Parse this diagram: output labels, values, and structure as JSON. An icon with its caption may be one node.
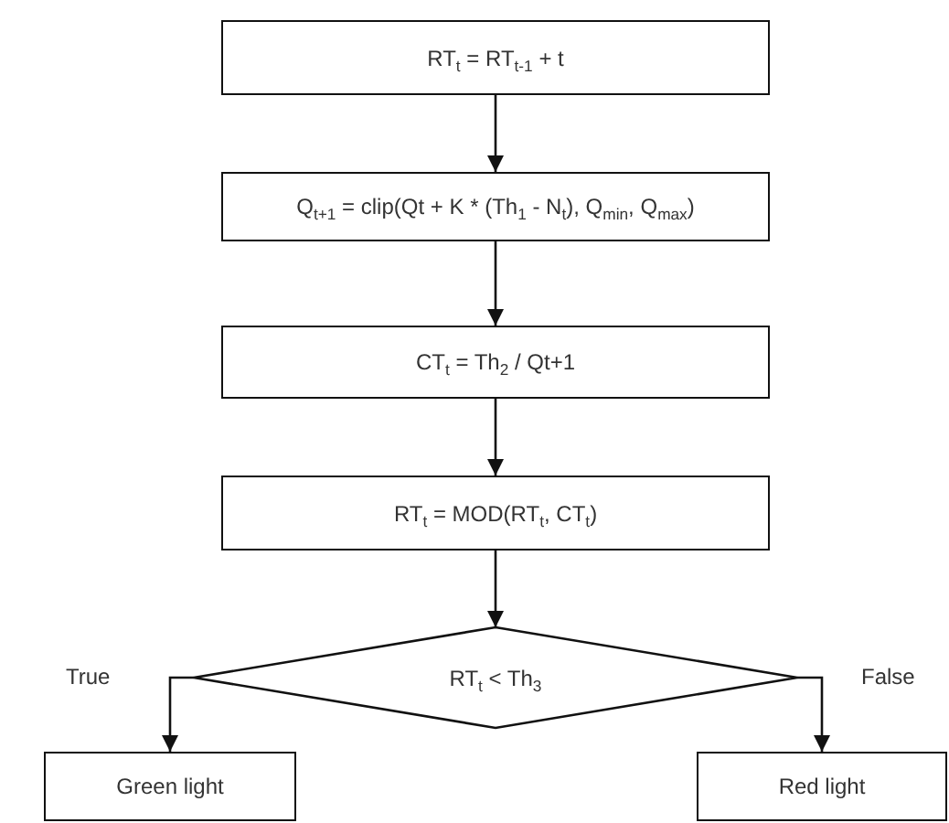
{
  "diagram": {
    "nodes": [
      {
        "text": [
          "RT$_{t}$ = RT$_{t-1}$ + t"
        ]
      },
      {
        "text": [
          "Q$_{t+1}$ = clip(Qt + K * (Th$_{1}$ - N$_{t}$), Q$_{min}$, Q$_{max}$)"
        ]
      },
      {
        "text": [
          "CT$_{t}$ = Th$_{2}$ / Qt+1"
        ]
      },
      {
        "text": [
          "RT$_{t}$ = MOD(RT$_{t}$, CT$_{t}$)"
        ]
      },
      {
        "text": [
          "RT$_{t}$ < Th$_{3}$"
        ]
      },
      {
        "text": [
          "Green light"
        ]
      },
      {
        "text": [
          "Red light"
        ]
      }
    ],
    "edges": [
      {
        "from": 0,
        "to": 1,
        "arrow": "to"
      },
      {
        "from": 1,
        "to": 2,
        "arrow": "to"
      },
      {
        "from": 2,
        "to": 3,
        "arrow": "to"
      },
      {
        "from": 3,
        "to": 4,
        "arrow": "to"
      },
      {
        "from": 4,
        "to": 5,
        "arrow": "to",
        "label": "True"
      },
      {
        "from": 4,
        "to": 6,
        "arrow": "to",
        "label": "False"
      }
    ]
  }
}
